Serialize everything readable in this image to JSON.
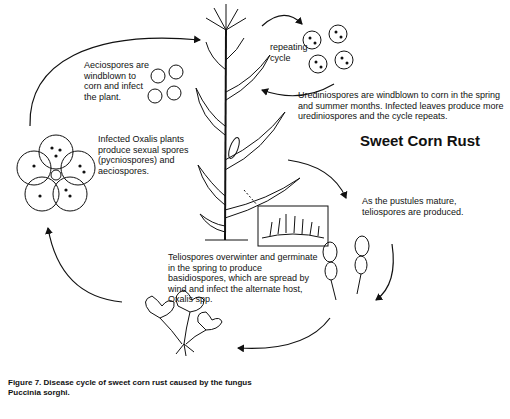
{
  "diagram": {
    "title": "Sweet Corn Rust",
    "caption": "Figure 7. Disease cycle of sweet corn rust caused by the fungus Puccinia sorghi.",
    "labels": [
      "Aeciospores are windblown to corn and infect the plant.",
      "repeating cycle",
      "Urediniospores are windblown to corn in the spring and summer months. Infected leaves produce more urediniospores and the cycle repeats.",
      "As the pustules mature, teliospores are produced.",
      "Infected Oxalis plants produce sexual spores (pycniospores) and aeciospores.",
      "Teliospores overwinter and germinate in the spring to produce basidiospores, which are spread by wind and infect the alternate host, Oxalis spp."
    ]
  }
}
